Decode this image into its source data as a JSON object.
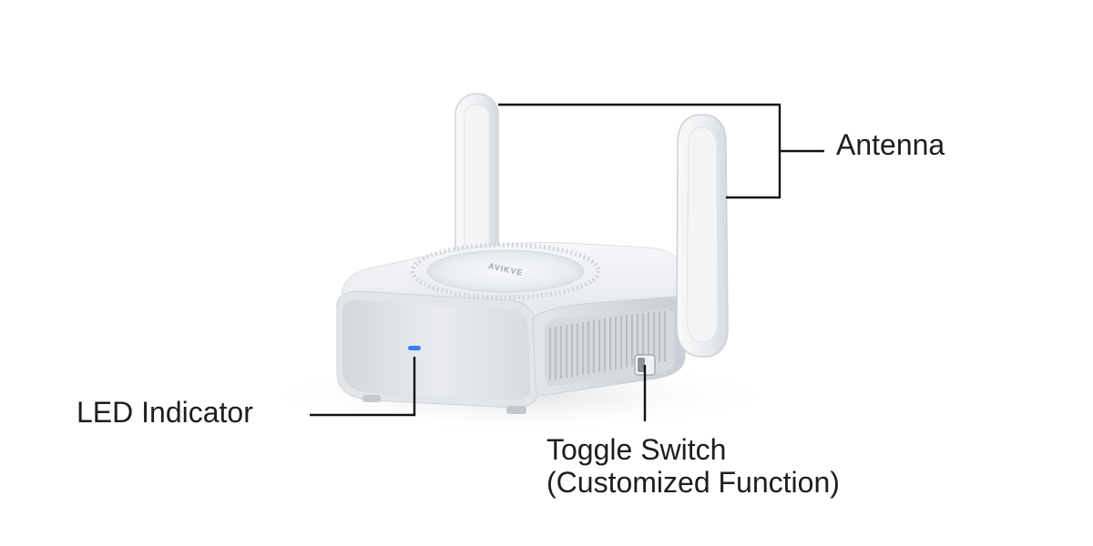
{
  "labels": {
    "antenna": "Antenna",
    "led": "LED Indicator",
    "toggle_line1": "Toggle Switch",
    "toggle_line2": "(Customized Function)"
  },
  "logo_text": "AVIKVE",
  "colors": {
    "background": "#ffffff",
    "label_text": "#1e1e1e",
    "leader_line": "#111111",
    "device_body": "#e9ecf0",
    "device_shadow": "#c4c9cf",
    "led_blue": "#3a7ff2"
  }
}
